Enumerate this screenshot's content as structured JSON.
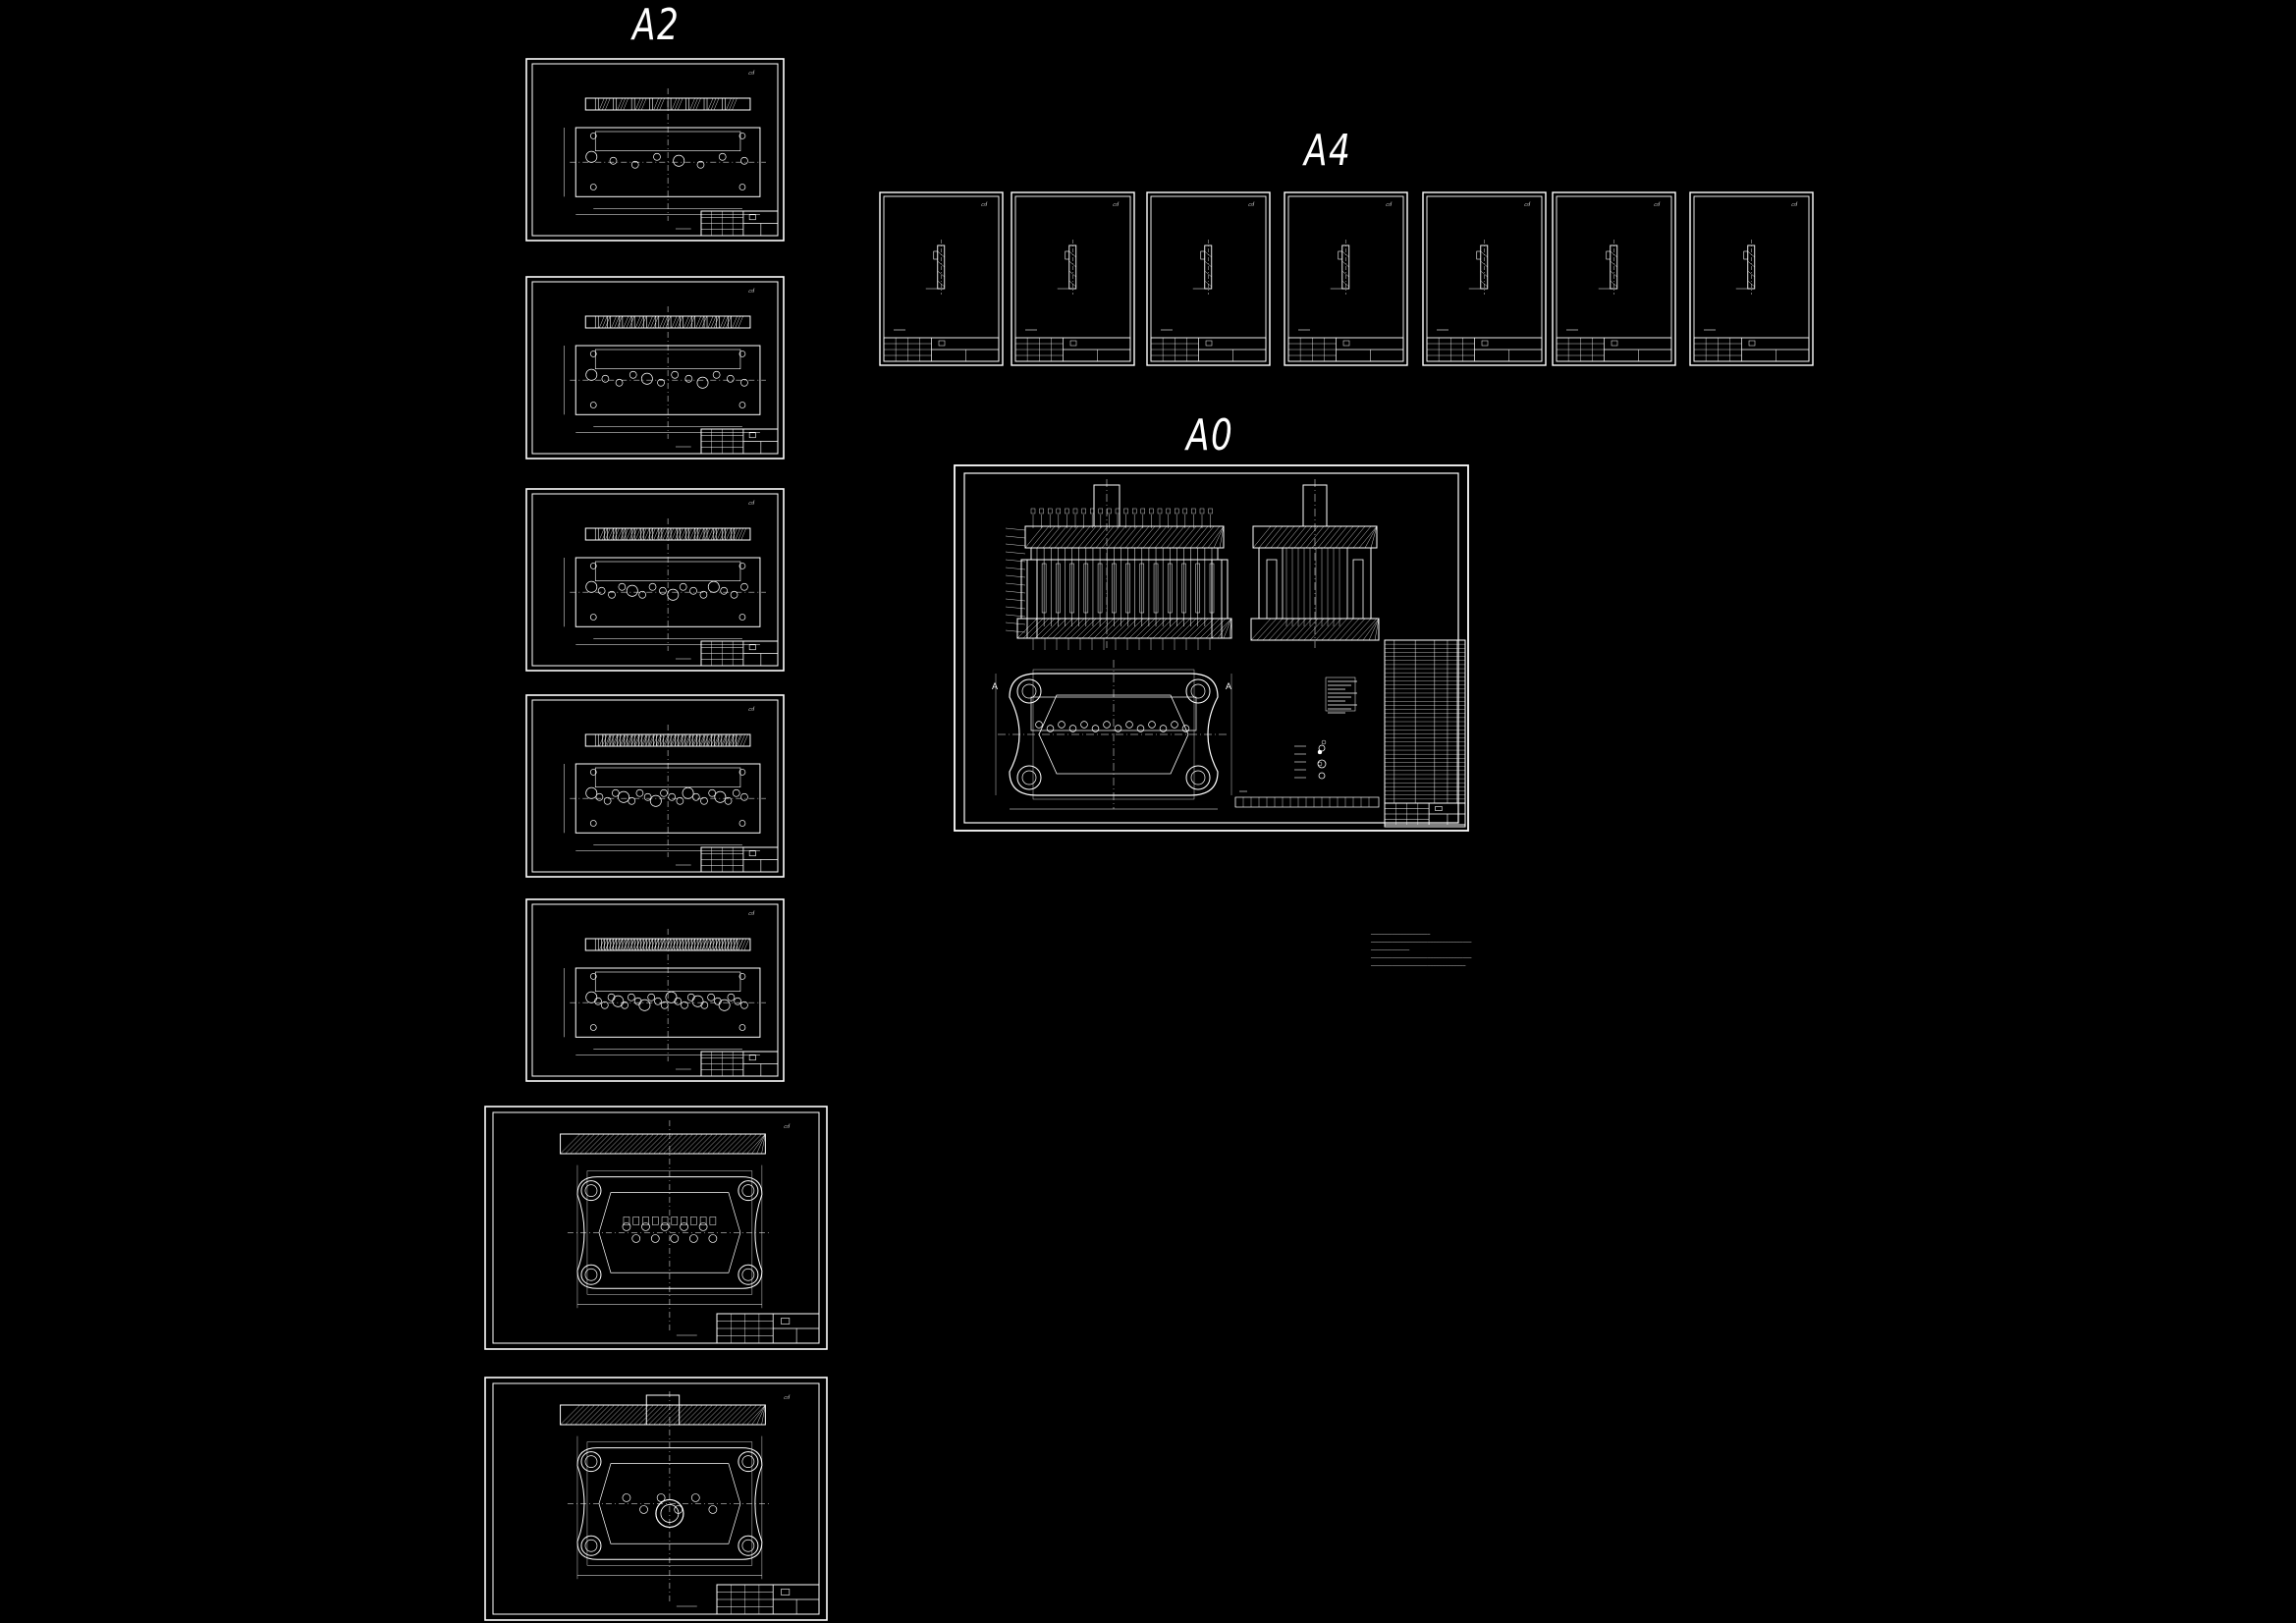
{
  "groups": {
    "a2": {
      "label": "A2"
    },
    "a4": {
      "label": "A4"
    },
    "a0": {
      "label": "A0"
    }
  },
  "colors": {
    "background": "#000000",
    "lines": "#ffffff"
  },
  "sheets": {
    "a2": [
      {
        "kind": "plate-small",
        "holes": 8
      },
      {
        "kind": "plate-small",
        "holes": 12
      },
      {
        "kind": "plate-small",
        "holes": 16
      },
      {
        "kind": "plate-small",
        "holes": 20
      },
      {
        "kind": "plate-small",
        "holes": 24
      },
      {
        "kind": "plate-base"
      },
      {
        "kind": "plate-base-boss"
      }
    ],
    "a4": [
      {
        "kind": "part"
      },
      {
        "kind": "part"
      },
      {
        "kind": "part"
      },
      {
        "kind": "part"
      },
      {
        "kind": "part"
      },
      {
        "kind": "part"
      },
      {
        "kind": "part"
      }
    ],
    "a0": {
      "kind": "assembly"
    }
  }
}
